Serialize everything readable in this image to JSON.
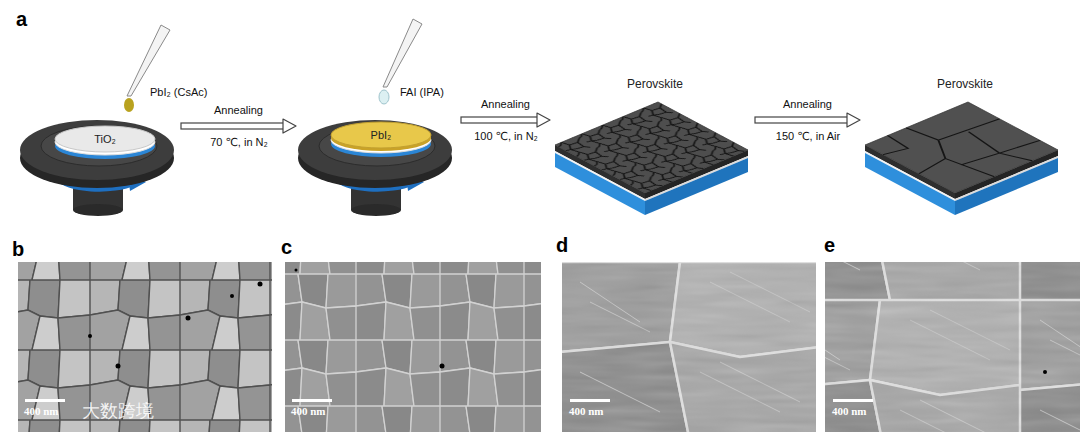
{
  "diagram": {
    "nodes": [
      {
        "text": [
          "TiO₂"
        ]
      },
      {
        "text": [
          "PbI₂"
        ]
      },
      {
        "text": [
          "Perovskite"
        ]
      },
      {
        "text": [
          "Perovskite"
        ]
      }
    ],
    "edges": [
      {
        "from": 0,
        "to": 1,
        "arrow": "to",
        "label": "Annealing"
      },
      {
        "from": 1,
        "to": 2,
        "arrow": "to",
        "label": "Annealing"
      },
      {
        "from": 2,
        "to": 3,
        "arrow": "to",
        "label": "Annealing"
      }
    ],
    "labels": [
      "a",
      "PbI₂ (CsAc)",
      "70 ℃, in N₂",
      "FAI (IPA)",
      "100 ℃, in N₂",
      "150 ℃, in Air",
      "b",
      "c",
      "d",
      "e",
      "400 nm",
      "400 nm",
      "400 nm",
      "400 nm",
      "大数跨境"
    ]
  }
}
